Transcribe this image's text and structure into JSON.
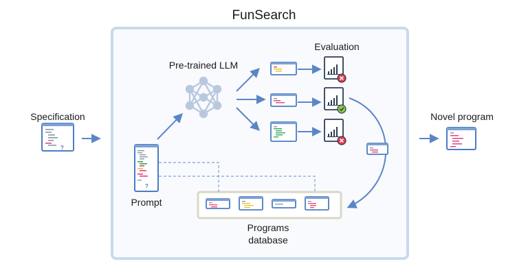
{
  "title": "FunSearch",
  "labels": {
    "specification": "Specification",
    "pretrained_llm": "Pre-trained LLM",
    "evaluation": "Evaluation",
    "novel_program": "Novel program",
    "prompt": "Prompt",
    "programs_db_line1": "Programs",
    "programs_db_line2": "database"
  },
  "glyphs": {
    "question_mark": "?"
  },
  "colors": {
    "arrow": "#5b86c5",
    "frame": "#c9d9ec",
    "frame_fill": "#f8fafd",
    "database_border": "#d9d8c5",
    "doc_border": "#4a7cc2",
    "doc_header": "#7ea2d6",
    "code_pink": "#e0427f",
    "code_green": "#34a853",
    "code_yellow": "#e6c229",
    "code_blue": "#5b86c5",
    "fail_red": "#e5394b",
    "pass_green": "#8cc63f",
    "neural_net": "#b9c8de"
  },
  "icons": {
    "evaluation_results": [
      "fail-icon",
      "pass-icon",
      "fail-icon"
    ]
  }
}
